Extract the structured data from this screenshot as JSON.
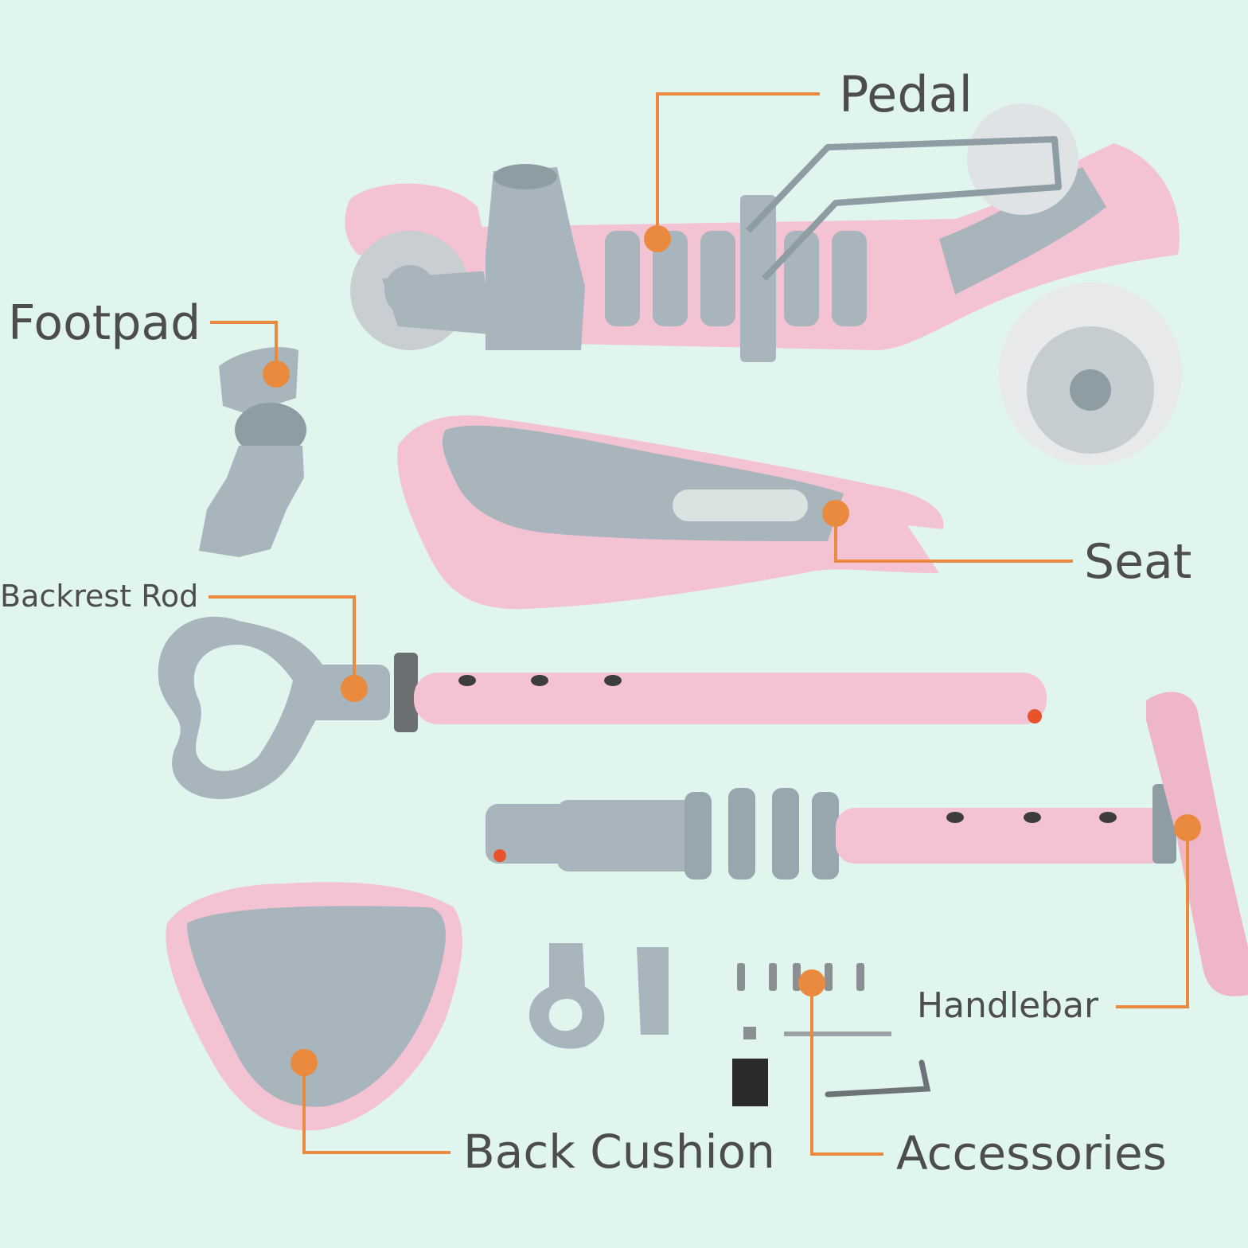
{
  "labels": {
    "pedal": "Pedal",
    "footpad": "Footpad",
    "seat": "Seat",
    "backrest_rod": "Backrest Rod",
    "handlebar": "Handlebar",
    "back_cushion": "Back Cushion",
    "accessories": "Accessories"
  },
  "colors": {
    "background": "#e1f5ef",
    "pink": "#f4c3d3",
    "pink_dark": "#e9a8bd",
    "grey": "#a8b5bc",
    "grey_dark": "#8e9ca3",
    "leader": "#e98a3e",
    "text": "#4d4d4d"
  }
}
